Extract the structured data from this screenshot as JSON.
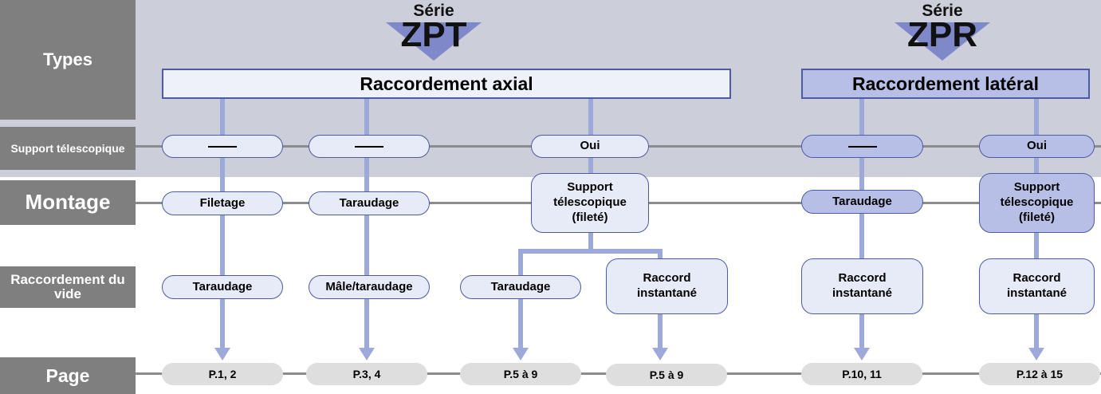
{
  "series": [
    {
      "label": "Série",
      "name": "ZPT",
      "connection": "Raccordement axial"
    },
    {
      "label": "Série",
      "name": "ZPR",
      "connection": "Raccordement latéral"
    }
  ],
  "rows": {
    "types": "Types",
    "support": "Support télescopique",
    "montage": "Montage",
    "raccordement": "Raccordement du vide",
    "page": "Page"
  },
  "columns": [
    {
      "support": "—",
      "montage": "Filetage",
      "raccordement": "Taraudage",
      "page": "P.1, 2"
    },
    {
      "support": "—",
      "montage": "Taraudage",
      "raccordement": "Mâle/taraudage",
      "page": "P.3, 4"
    },
    {
      "support": "Oui",
      "montage": "Support télescopique (fileté)",
      "raccordement_a": "Taraudage",
      "raccordement_b": "Raccord instantané",
      "page_a": "P.5 à 9",
      "page_b": "P.5 à 9"
    },
    {
      "support": "—",
      "montage": "Taraudage",
      "raccordement": "Raccord instantané",
      "page": "P.10, 11"
    },
    {
      "support": "Oui",
      "montage": "Support télescopique (fileté)",
      "raccordement": "Raccord instantané",
      "page": "P.12 à 15"
    }
  ],
  "colors": {
    "accent": "#9ca9d9",
    "border": "#4e5aa6",
    "label_bg": "#7f7f7f",
    "band": "#ccced9"
  }
}
